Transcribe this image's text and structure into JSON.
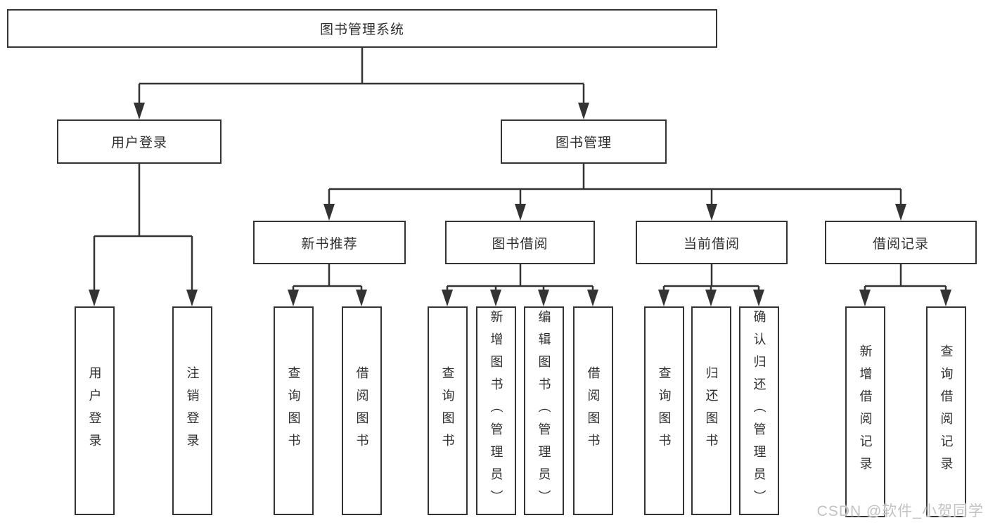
{
  "tree": {
    "root": {
      "label": "图书管理系统",
      "children": [
        {
          "label": "用户登录",
          "children": [
            {
              "label": "用户登录"
            },
            {
              "label": "注销登录"
            }
          ]
        },
        {
          "label": "图书管理",
          "children": [
            {
              "label": "新书推荐",
              "children": [
                {
                  "label": "查询图书"
                },
                {
                  "label": "借阅图书"
                }
              ]
            },
            {
              "label": "图书借阅",
              "children": [
                {
                  "label": "查询图书"
                },
                {
                  "label": "新增图书（管理员）"
                },
                {
                  "label": "编辑图书（管理员）"
                },
                {
                  "label": "借阅图书"
                }
              ]
            },
            {
              "label": "当前借阅",
              "children": [
                {
                  "label": "查询图书"
                },
                {
                  "label": "归还图书"
                },
                {
                  "label": "确认归还（管理员）"
                }
              ]
            },
            {
              "label": "借阅记录",
              "children": [
                {
                  "label": "新增借阅记录"
                },
                {
                  "label": "查询借阅记录"
                }
              ]
            }
          ]
        }
      ]
    }
  },
  "watermark": {
    "text": "CSDN @软件_小贺同学"
  },
  "colors": {
    "line": "#333333",
    "box_border": "#333333",
    "text": "#2f2f2f",
    "background": "#ffffff",
    "watermark": "#c2c2c2"
  }
}
